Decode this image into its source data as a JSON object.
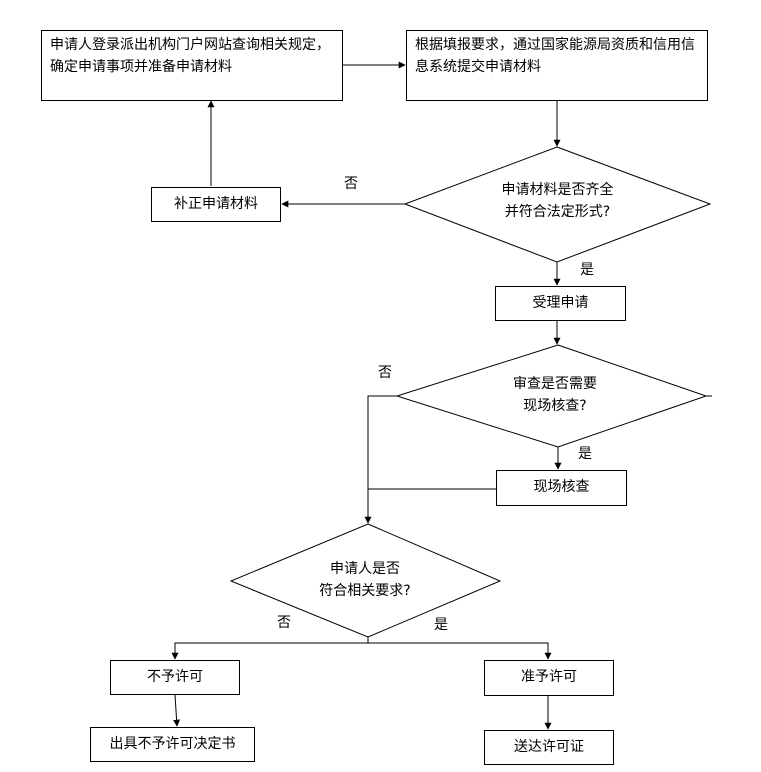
{
  "nodes": {
    "login_query": "申请人登录派出机构门户网站查询相关规定，确定申请事项并准备申请材料",
    "submit": "根据填报要求，通过国家能源局资质和信用信息系统提交申请材料",
    "check_materials_l1": "申请材料是否齐全",
    "check_materials_l2": "并符合法定形式?",
    "supplement": "补正申请材料",
    "accept": "受理申请",
    "need_inspect_l1": "审查是否需要",
    "need_inspect_l2": "现场核查?",
    "inspect": "现场核查",
    "meets_req_l1": "申请人是否",
    "meets_req_l2": "符合相关要求?",
    "deny": "不予许可",
    "deny_doc": "出具不予许可决定书",
    "approve": "准予许可",
    "deliver": "送达许可证"
  },
  "edge_labels": {
    "no_supplement": "否",
    "yes_accept": "是",
    "no_skip_inspect": "否",
    "yes_inspect": "是",
    "no_deny": "否",
    "yes_approve": "是"
  }
}
